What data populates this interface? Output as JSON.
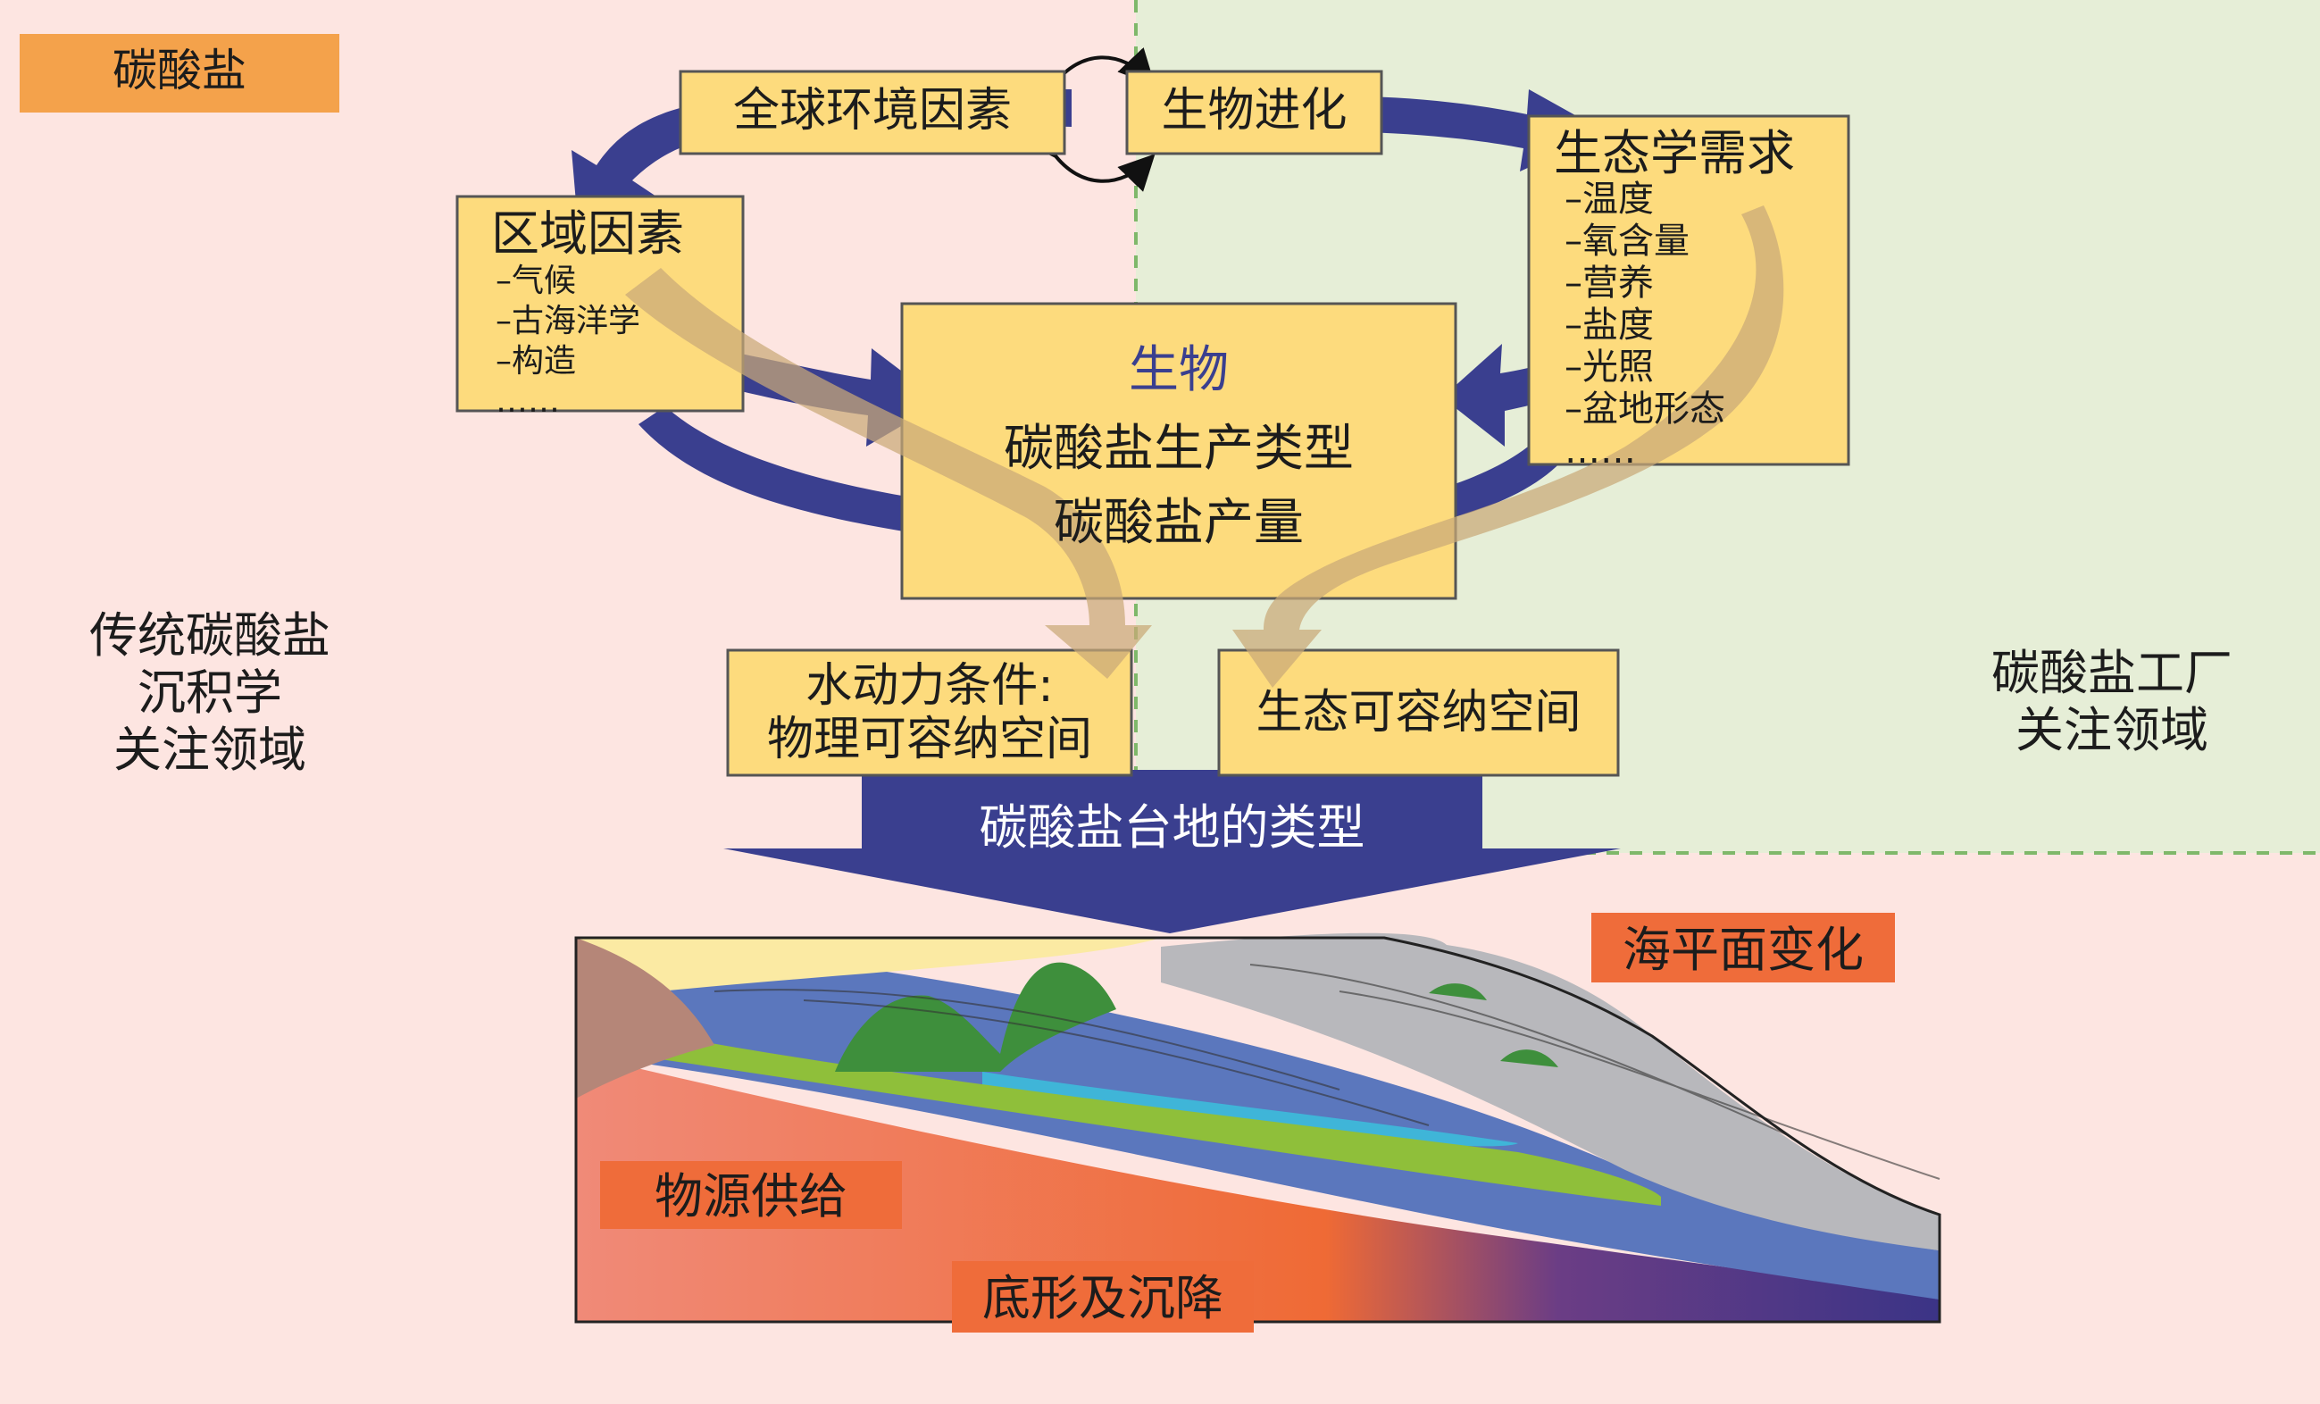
{
  "header_tag": "碳酸盐",
  "boxes": {
    "global_env": "全球环境因素",
    "bio_evolution": "生物进化",
    "regional": {
      "title": "区域因素",
      "items": [
        "–气候",
        "–古海洋学",
        "–构造",
        "……"
      ]
    },
    "eco_needs": {
      "title": "生态学需求",
      "items": [
        "–温度",
        "–氧含量",
        "–营养",
        "–盐度",
        "–光照",
        "–盆地形态",
        "……"
      ]
    },
    "organism": {
      "title": "生物",
      "line1": "碳酸盐生产类型",
      "line2": "碳酸盐产量"
    },
    "hydro": {
      "line1": "水动力条件:",
      "line2": "物理可容纳空间"
    },
    "eco_space": "生态可容纳空间"
  },
  "platform_arrow": "碳酸盐台地的类型",
  "left_domain": [
    "传统碳酸盐",
    "沉积学",
    "关注领域"
  ],
  "right_domain": [
    "碳酸盐工厂",
    "关注领域"
  ],
  "tags": {
    "sea_level": "海平面变化",
    "supply": "物源供给",
    "subsidence": "底形及沉降"
  },
  "colors": {
    "left_bg": "#fde5e1",
    "right_bg": "#e6eed7",
    "box_fill": "#fddb7d",
    "arrow_blue": "#3a3f8f",
    "tag_orange": "#f4a24b",
    "tag_red": "#ef6c3a",
    "dash_green": "#7fb86a"
  }
}
